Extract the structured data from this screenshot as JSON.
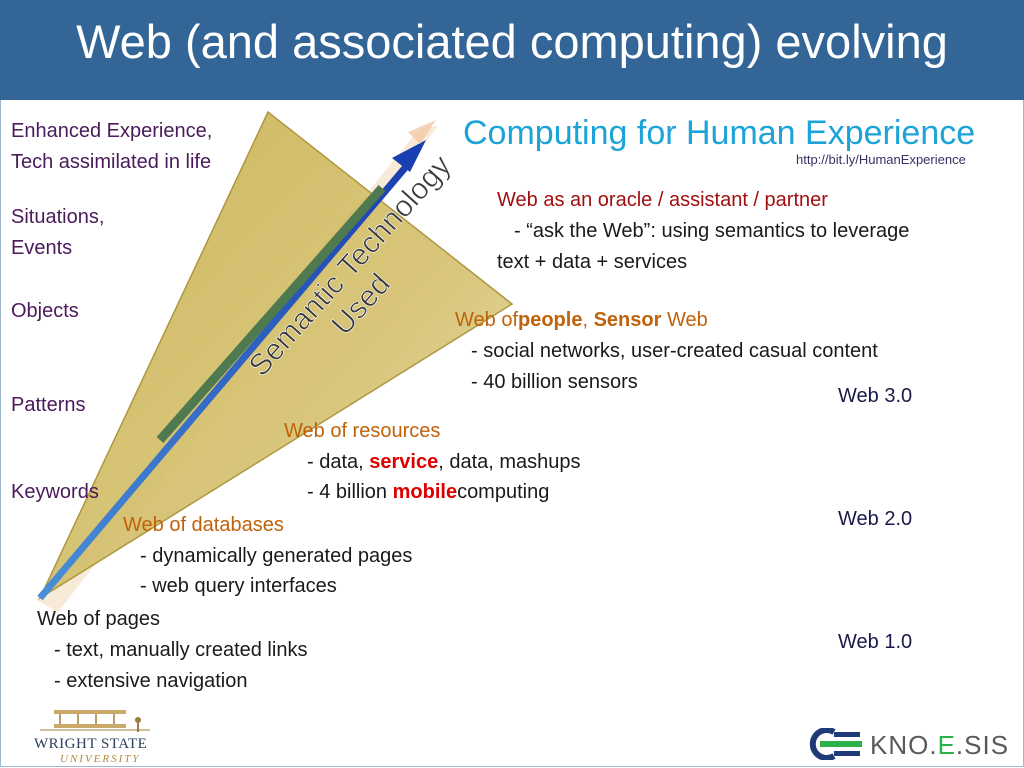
{
  "slide": {
    "title": "Web (and associated computing) evolving",
    "subtitle": "Computing for Human Experience",
    "url": "http://bit.ly/HumanExperience",
    "diagonal_label_line1": "Semantic Technology",
    "diagonal_label_line2": "Used"
  },
  "levels": [
    {
      "line1": "Enhanced Experience,",
      "line2": "Tech assimilated in life"
    },
    {
      "line1": "Situations,",
      "line2": "Events"
    },
    {
      "line1": "Objects"
    },
    {
      "line1": "Patterns"
    },
    {
      "line1": "Keywords"
    }
  ],
  "stages": {
    "oracle": {
      "title": "Web as an oracle / assistant / partner",
      "line1": "- “ask the Web”: using semantics to leverage",
      "line2": "text + data + services"
    },
    "people": {
      "prefix": "Web of",
      "bold1": "people",
      "sep": ", ",
      "bold2": "Sensor",
      "suffix": " Web",
      "line1": "- social networks, user-created casual content",
      "line2": "- 40 billion sensors"
    },
    "resources": {
      "title": "Web of resources",
      "l1_pre": "- data, ",
      "l1_bold": "service",
      "l1_post": ", data, mashups",
      "l2_pre": "- 4 billion ",
      "l2_bold": "mobile",
      "l2_post": "computing"
    },
    "databases": {
      "title": "Web of databases",
      "line1": "- dynamically generated pages",
      "line2": "- web query interfaces"
    },
    "pages": {
      "title": "Web of pages",
      "line1": "- text, manually created links",
      "line2": "- extensive navigation"
    }
  },
  "versions": [
    "Web 3.0",
    "Web 2.0",
    "Web 1.0"
  ],
  "logos": {
    "left_top": "WRIGHT STATE",
    "left_bottom": "UNIVERSITY",
    "right_pre": "KNO.",
    "right_mid": "E",
    "right_post": ".SIS"
  }
}
